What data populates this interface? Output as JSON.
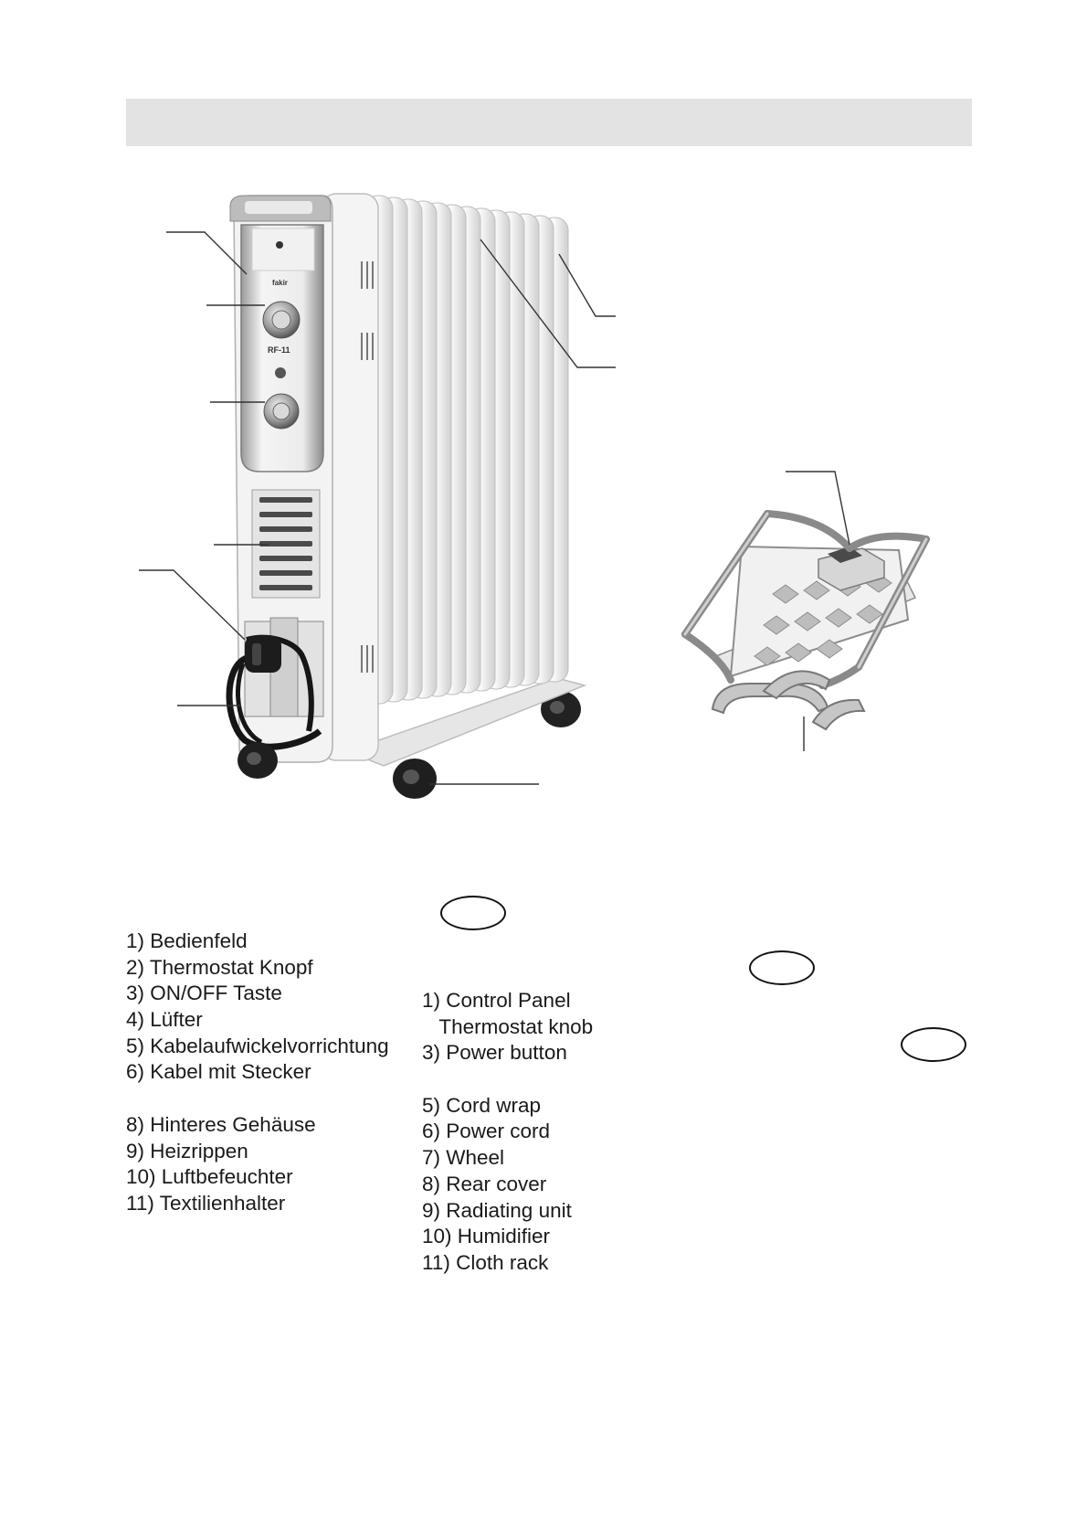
{
  "page": {
    "background": "#ffffff",
    "header_bar_color": "#e3e3e3"
  },
  "figure": {
    "heater_brand": "fakir",
    "heater_model": "RF-11"
  },
  "legend_de": {
    "items": [
      "1) Bedienfeld",
      "2) Thermostat Knopf",
      "3) ON/OFF Taste",
      "4) Lüfter",
      "5) Kabelaufwickelvorrichtung",
      "6) Kabel mit Stecker",
      "8) Hinteres Gehäuse",
      "9) Heizrippen",
      "10) Luftbefeuchter",
      "11) Textilienhalter"
    ]
  },
  "legend_en": {
    "items": [
      "1) Control Panel",
      "   Thermostat knob",
      "3) Power button",
      "5) Cord wrap",
      "6) Power cord",
      "7) Wheel",
      "8) Rear cover",
      "9) Radiating unit",
      "10) Humidifier",
      "11) Cloth rack"
    ]
  }
}
